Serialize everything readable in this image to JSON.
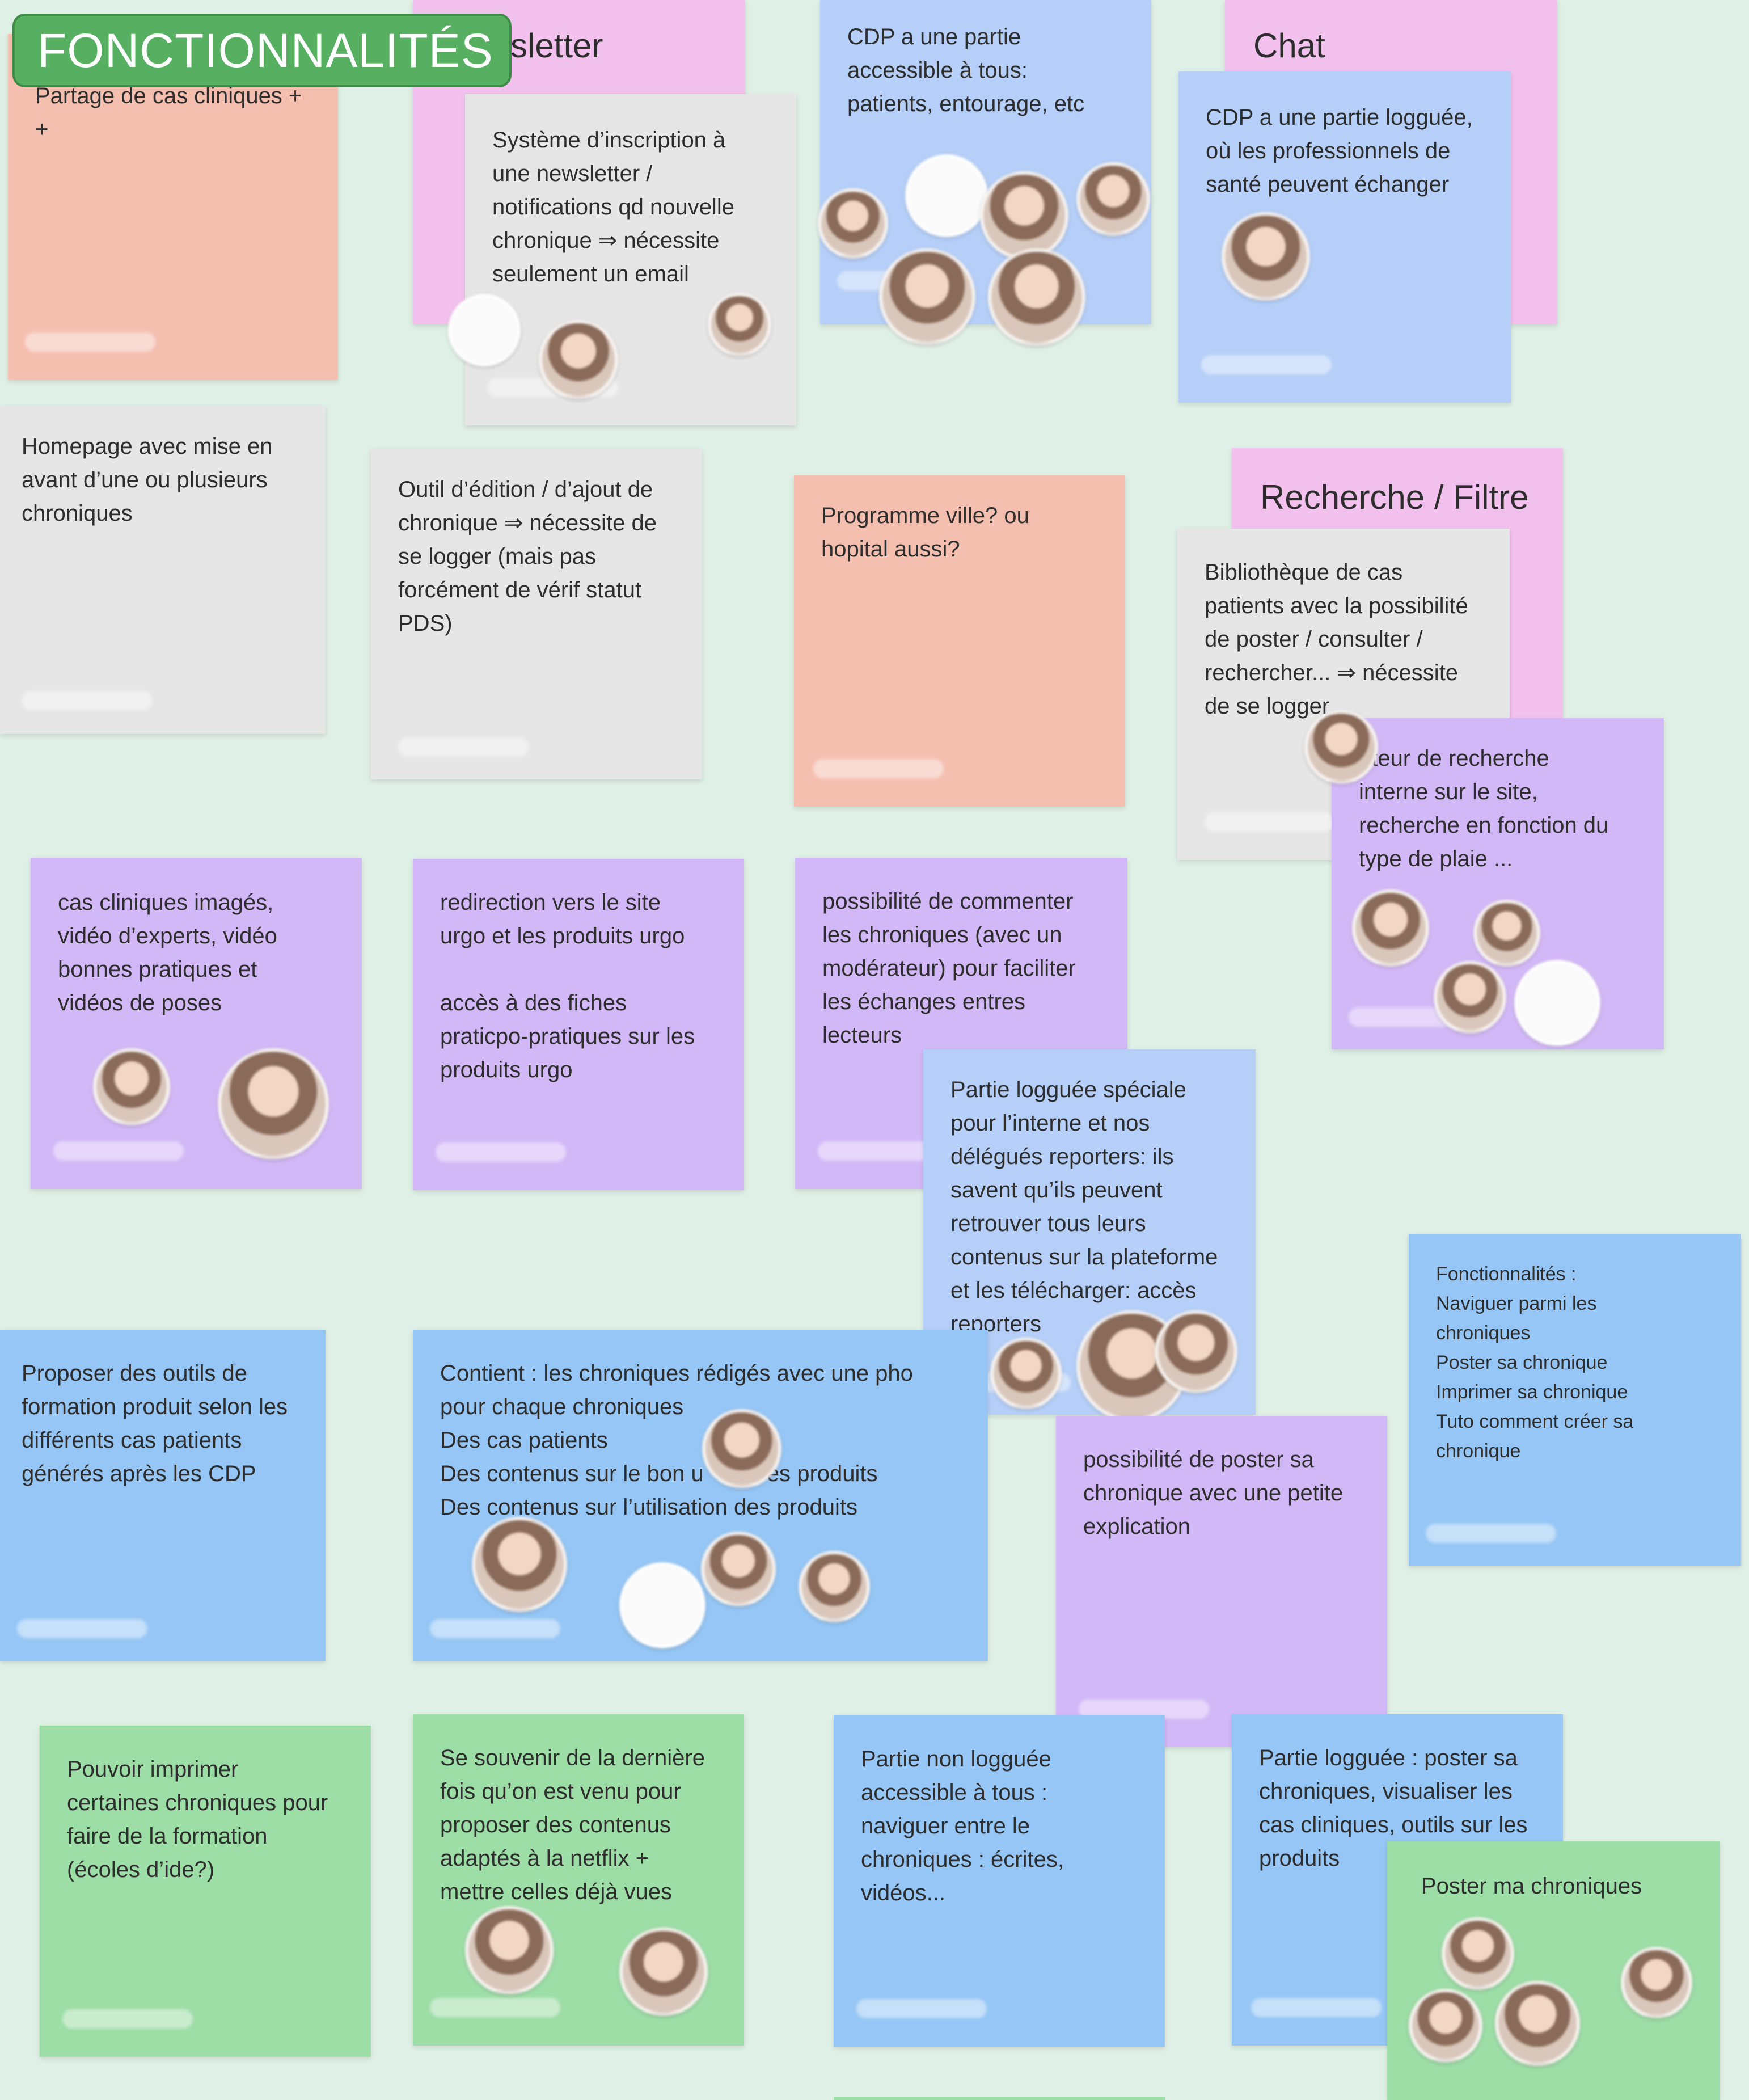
{
  "board": {
    "section_title": "FONCTIONNALITÉS"
  },
  "headers": {
    "newsletter": "sletter",
    "chat": "Chat",
    "search": "Recherche / Filtre"
  },
  "notes": {
    "partage": "Partage de cas cliniques +\n+",
    "newsletter": "Système d’inscription à\nune newsletter /\nnotifications qd nouvelle\nchronique ⇒ nécessite\nseulement un email",
    "cdp_public": "CDP a une partie\naccessible à tous:\npatients, entourage, etc",
    "cdp_logged": "CDP a une partie logguée,\noù les professionnels de\nsanté peuvent échanger",
    "homepage": "Homepage avec mise en\navant d’une ou plusieurs\nchroniques",
    "outil": "Outil d’édition / d’ajout de\nchronique ⇒ nécessite de\nse logger (mais pas\nforcément de vérif statut\nPDS)",
    "programme": "Programme ville? ou\nhopital aussi?",
    "bibliotheque": "Bibliothèque de cas\npatients avec la possibilité\nde poster / consulter /\nrechercher... ⇒ nécessite\nde se logger",
    "moteur": "oteur de recherche\ninterne sur le site,\nrecherche en fonction du\ntype de plaie ...",
    "cas_images": "cas cliniques imagés,\nvidéo d’experts, vidéo\nbonnes pratiques et\nvidéos de poses",
    "redirection": "redirection vers le site\nurgo et les produits urgo\n\naccès à des fiches\npraticpo-pratiques sur les\nproduits urgo",
    "commenter": "possibilité de commenter\nles chroniques (avec un\nmodérateur) pour faciliter\nles échanges entres\nlecteurs",
    "partie_speciale": "Partie logguée spéciale\npour l’interne et nos\ndélégués reporters: ils\nsavent qu’ils peuvent\nretrouver tous leurs\ncontenus sur la plateforme\net les télécharger: accès\nreporters",
    "fonctionnalites": "Fonctionnalités :\nNaviguer parmi les\nchroniques\nPoster sa chronique\nImprimer sa chronique\nTuto comment créer sa\nchronique",
    "proposer": "Proposer des outils de\nformation produit selon les\ndifférents cas patients\ngénérés après les CDP",
    "contient": "Contient : les chroniques rédigés avec une pho\npour chaque chroniques\nDes cas patients\nDes contenus sur le bon u          es produits\nDes contenus sur l’utilisation des produits",
    "poster_explication": "possibilité de poster sa\nchronique avec une petite\nexplication",
    "imprimer": " Pouvoir imprimer\ncertaines chroniques pour\nfaire de la formation\n(écoles d’ide?)",
    "souvenir": " Se souvenir de la dernière\nfois qu’on est venu pour\nproposer des contenus\nadaptés à la netflix +\nmettre celles déjà vues",
    "non_logguee": "Partie non logguée\naccessible à tous :\nnaviguer entre le\nchroniques : écrites,\nvidéos...",
    "logguee": "Partie logguée : poster sa\nchroniques, visualiser les\ncas cliniques, outils sur les\nproduits",
    "poster_ma": "Poster ma chroniques"
  }
}
